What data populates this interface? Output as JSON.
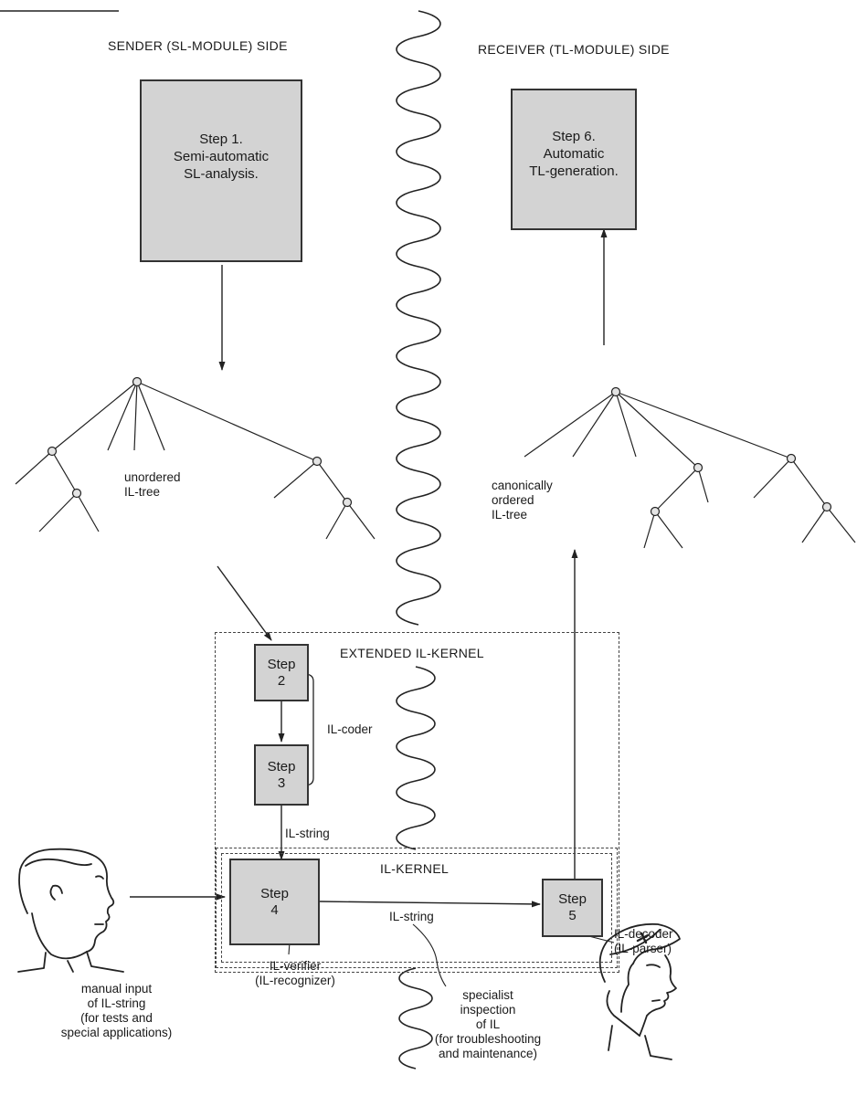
{
  "sender_header": "SENDER (SL-MODULE) SIDE",
  "receiver_header": "RECEIVER (TL-MODULE) SIDE",
  "step1": {
    "line1": "Step 1.",
    "line2": "Semi-automatic",
    "line3": "SL-analysis."
  },
  "step6": {
    "line1": "Step 6.",
    "line2": "Automatic",
    "line3": "TL-generation."
  },
  "unordered_tree": {
    "line1": "unordered",
    "line2": "IL-tree"
  },
  "ordered_tree": {
    "line1": "canonically",
    "line2": "ordered",
    "line3": "IL-tree"
  },
  "extended_kernel_label": "EXTENDED IL-KERNEL",
  "kernel_label": "IL-KERNEL",
  "step2": {
    "line1": "Step",
    "line2": "2"
  },
  "step3": {
    "line1": "Step",
    "line2": "3"
  },
  "step4": {
    "line1": "Step",
    "line2": "4"
  },
  "step5": {
    "line1": "Step",
    "line2": "5"
  },
  "il_coder": "IL-coder",
  "il_string_1": "IL-string",
  "il_string_2": "IL-string",
  "il_decoder": {
    "line1": "IL-decoder",
    "line2": "(IL-parser)"
  },
  "il_verifier": {
    "line1": "IL-verifier",
    "line2": "(IL-recognizer)"
  },
  "manual_input": {
    "line1": "manual input",
    "line2": "of IL-string",
    "line3": "(for tests and",
    "line4": "special applications)"
  },
  "specialist": {
    "line1": "specialist",
    "line2": "inspection",
    "line3": "of IL",
    "line4": "(for troubleshooting",
    "line5": "and maintenance)"
  },
  "icons": {
    "left_person": "man-face-profile-icon",
    "right_person": "woman-face-profile-icon"
  }
}
